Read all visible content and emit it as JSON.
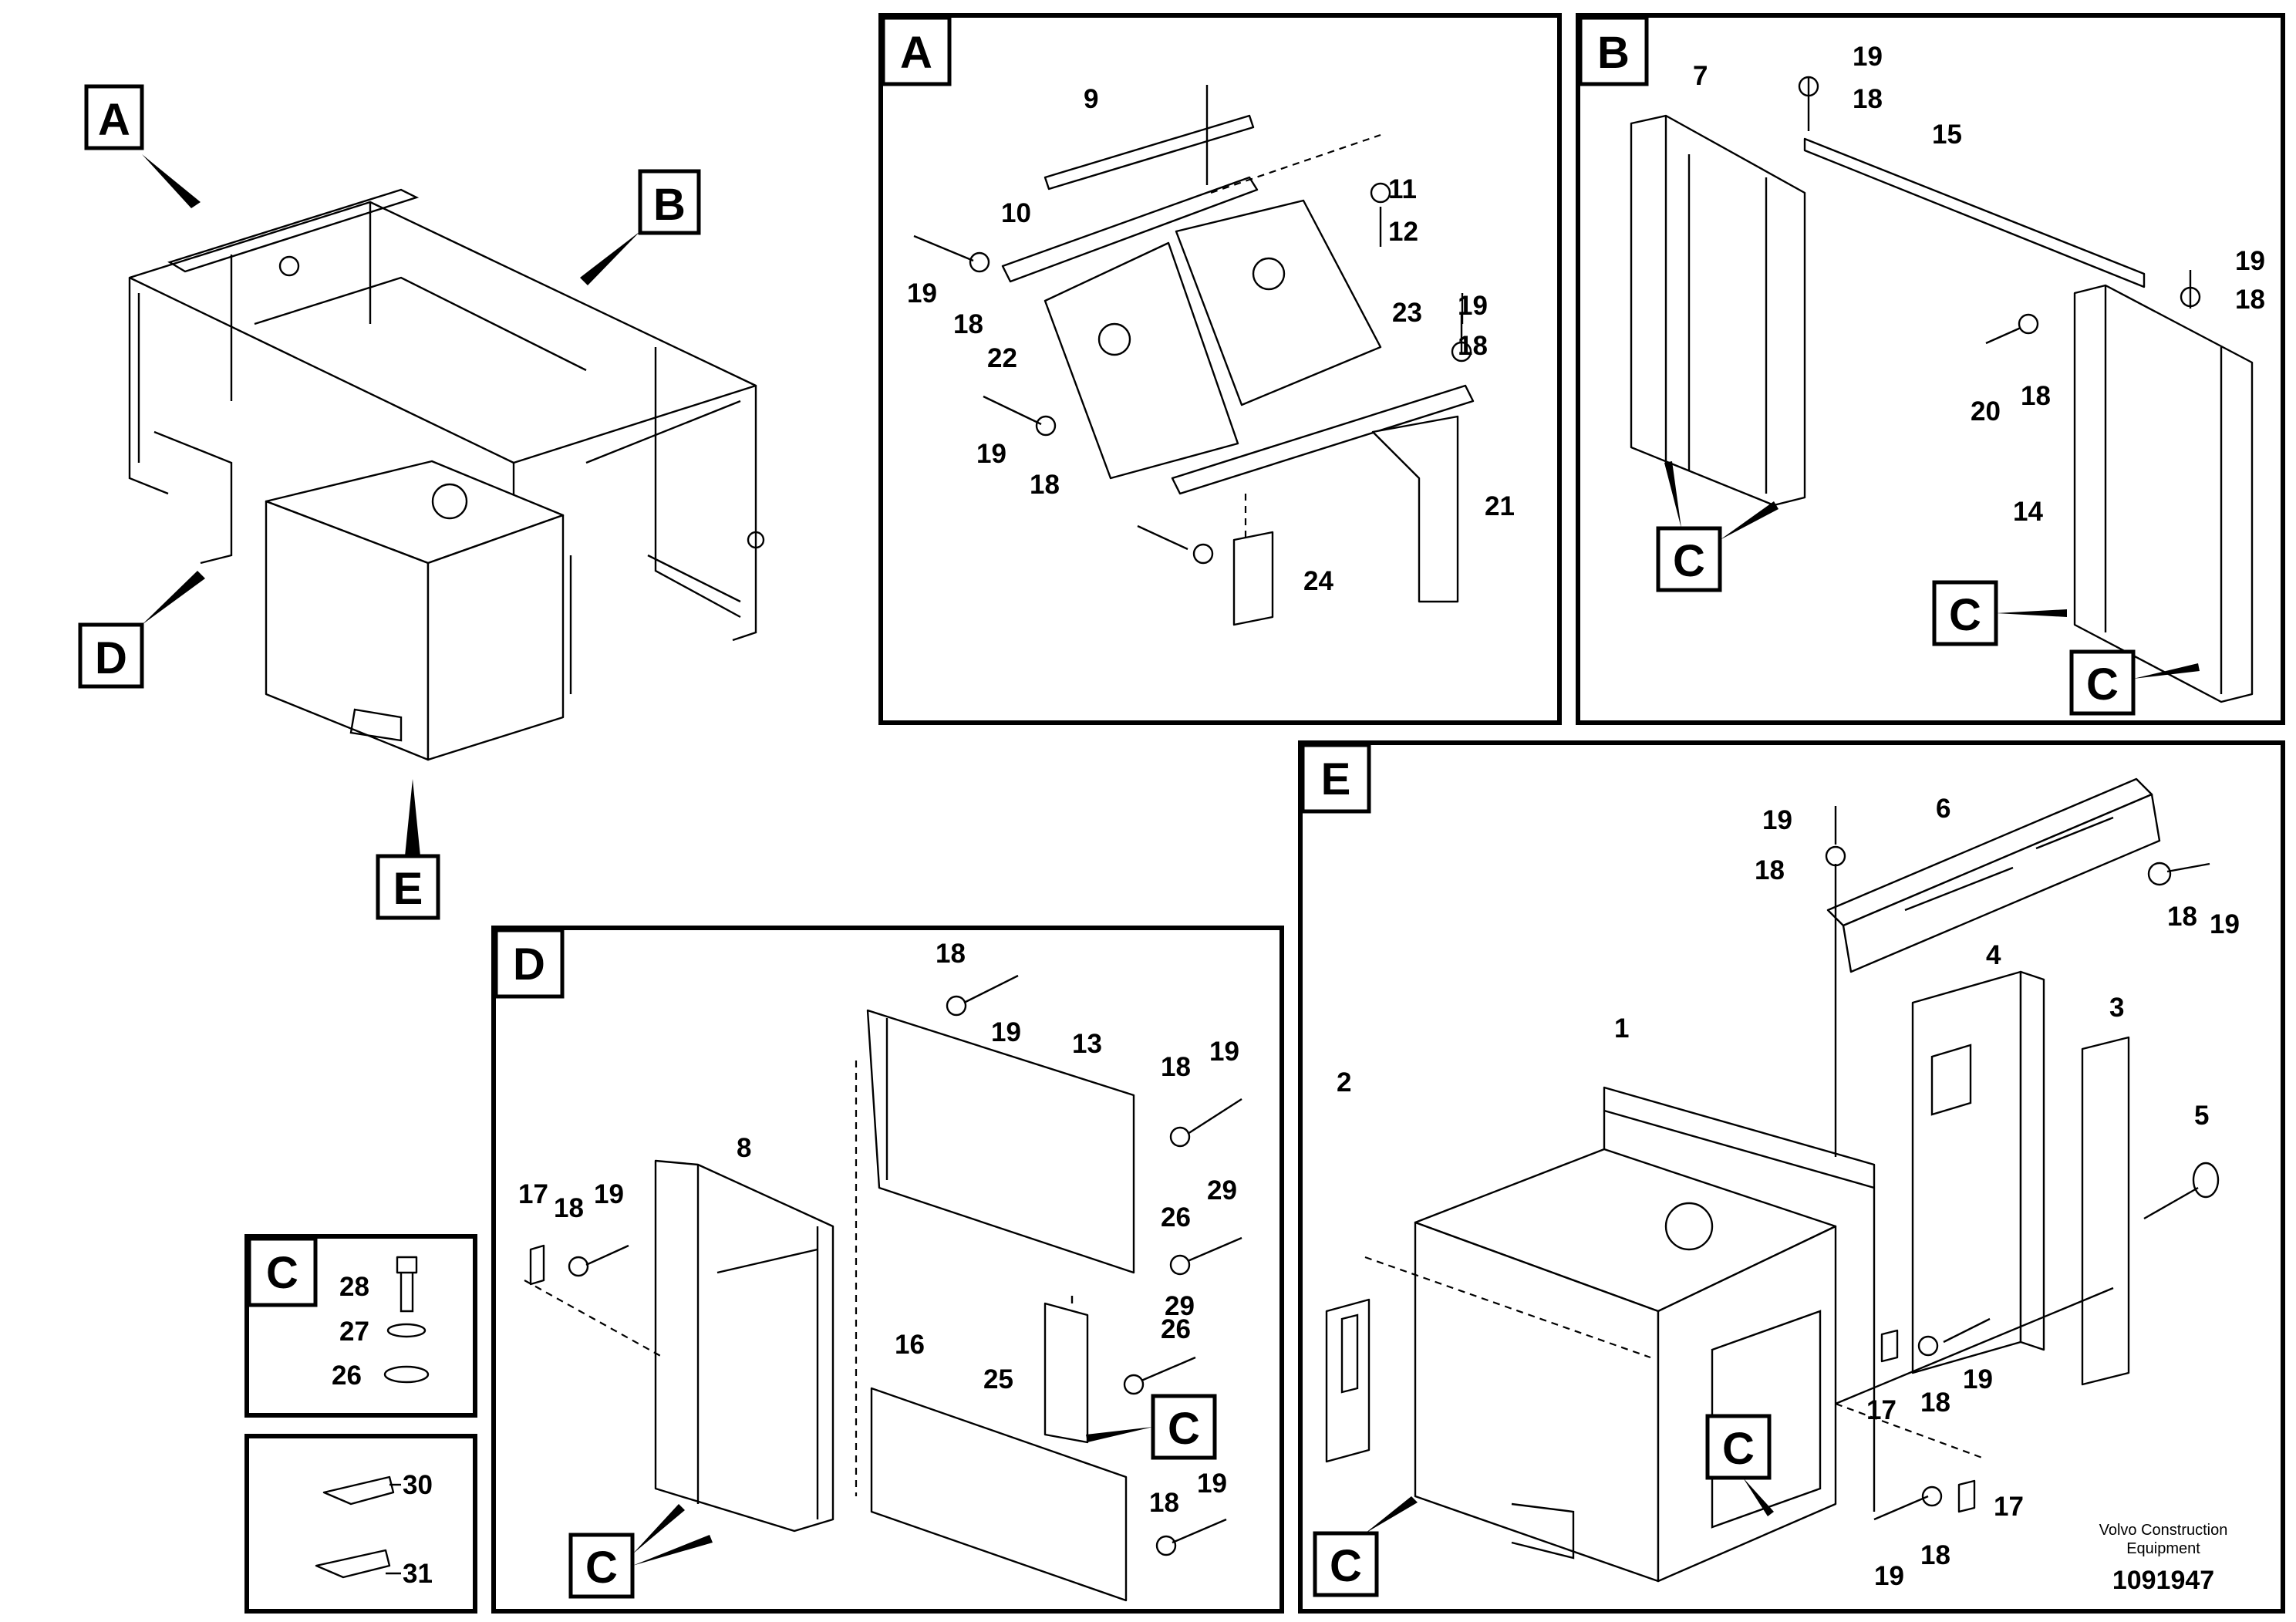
{
  "panels": {
    "A": "A",
    "B": "B",
    "C": "C",
    "D": "D",
    "E": "E"
  },
  "overview_tags": {
    "A": "A",
    "B": "B",
    "D": "D",
    "E": "E"
  },
  "callout_tag": "C",
  "parts": {
    "p1": "1",
    "p2": "2",
    "p3": "3",
    "p4": "4",
    "p5": "5",
    "p6": "6",
    "p7": "7",
    "p8": "8",
    "p9": "9",
    "p10": "10",
    "p11": "11",
    "p12": "12",
    "p13": "13",
    "p14": "14",
    "p15": "15",
    "p16": "16",
    "p17": "17",
    "p18": "18",
    "p19": "19",
    "p20": "20",
    "p21": "21",
    "p22": "22",
    "p23": "23",
    "p24": "24",
    "p25": "25",
    "p26": "26",
    "p27": "27",
    "p28": "28",
    "p29": "29",
    "p30": "30",
    "p31": "31"
  },
  "footer": {
    "brand_line1": "Volvo Construction",
    "brand_line2": "Equipment",
    "code": "1091947"
  }
}
